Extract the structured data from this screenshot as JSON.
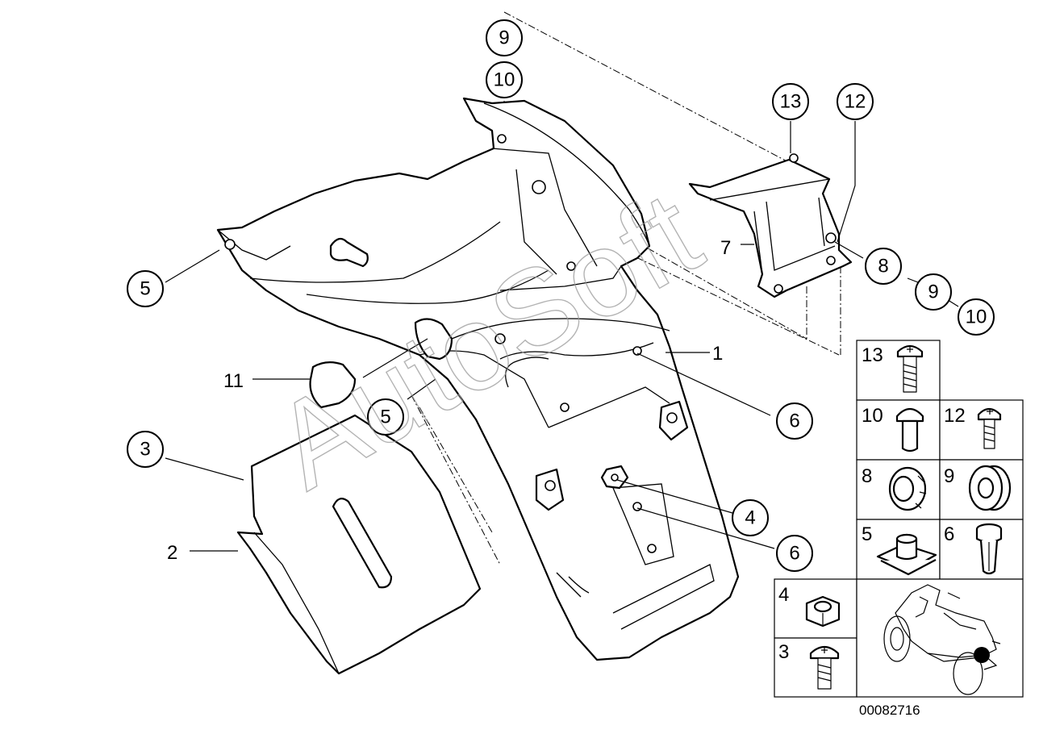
{
  "diagram": {
    "callouts": [
      {
        "id": "c9-top",
        "label": "9"
      },
      {
        "id": "c10-top",
        "label": "10"
      },
      {
        "id": "c13-top",
        "label": "13"
      },
      {
        "id": "c12-top",
        "label": "12"
      },
      {
        "id": "c5-left",
        "label": "5"
      },
      {
        "id": "c8",
        "label": "8"
      },
      {
        "id": "c9-right",
        "label": "9"
      },
      {
        "id": "c10-right",
        "label": "10"
      },
      {
        "id": "c5-mid",
        "label": "5"
      },
      {
        "id": "c6-upper",
        "label": "6"
      },
      {
        "id": "c3",
        "label": "3"
      },
      {
        "id": "c4",
        "label": "4"
      },
      {
        "id": "c6-lower",
        "label": "6"
      }
    ],
    "plain_labels": [
      {
        "id": "l7",
        "label": "7"
      },
      {
        "id": "l1",
        "label": "1"
      },
      {
        "id": "l11",
        "label": "11"
      },
      {
        "id": "l2",
        "label": "2"
      }
    ],
    "legend_cells": [
      {
        "id": "cell13",
        "label": "13",
        "icon": "screw-icon"
      },
      {
        "id": "cell10",
        "label": "10",
        "icon": "collar-screw-icon"
      },
      {
        "id": "cell12",
        "label": "12",
        "icon": "screw-icon"
      },
      {
        "id": "cell8",
        "label": "8",
        "icon": "grommet-icon"
      },
      {
        "id": "cell9",
        "label": "9",
        "icon": "rubber-grommet-icon"
      },
      {
        "id": "cell5",
        "label": "5",
        "icon": "clip-nut-icon"
      },
      {
        "id": "cell6",
        "label": "6",
        "icon": "expanding-rivet-icon"
      },
      {
        "id": "cell4",
        "label": "4",
        "icon": "hex-nut-icon"
      },
      {
        "id": "cell3",
        "label": "3",
        "icon": "screw-icon"
      }
    ],
    "location_icon": "motorcycle-rear-location-icon",
    "watermark": "AutoSoft",
    "reference_number": "00082716"
  }
}
